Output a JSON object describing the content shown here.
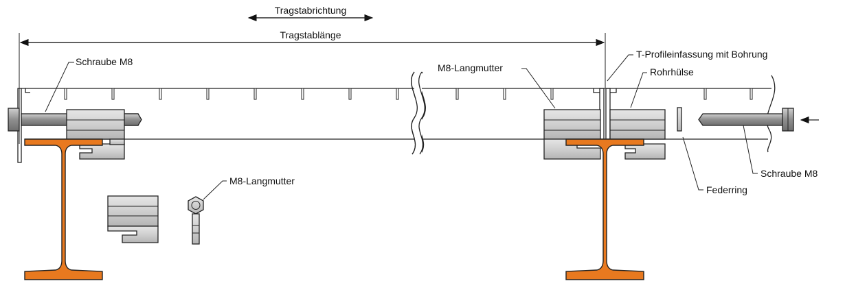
{
  "labels": {
    "load_direction": "Tragstabrichtung",
    "span_length": "Tragstablänge",
    "screw_left": "Schraube M8",
    "long_nut_top": "M8-Langmutter",
    "t_profile": "T-Profileinfassung mit Bohrung",
    "tube_sleeve": "Rohrhülse",
    "long_nut_detail": "M8-Langmutter",
    "spring_washer": "Federring",
    "screw_right": "Schraube M8"
  },
  "colors": {
    "steel_beam": "#e8791f",
    "part_grey_light": "#dcdcdc",
    "part_grey_mid": "#c4c4c4",
    "part_grey_dark": "#a9a9a9",
    "line": "#222222"
  }
}
